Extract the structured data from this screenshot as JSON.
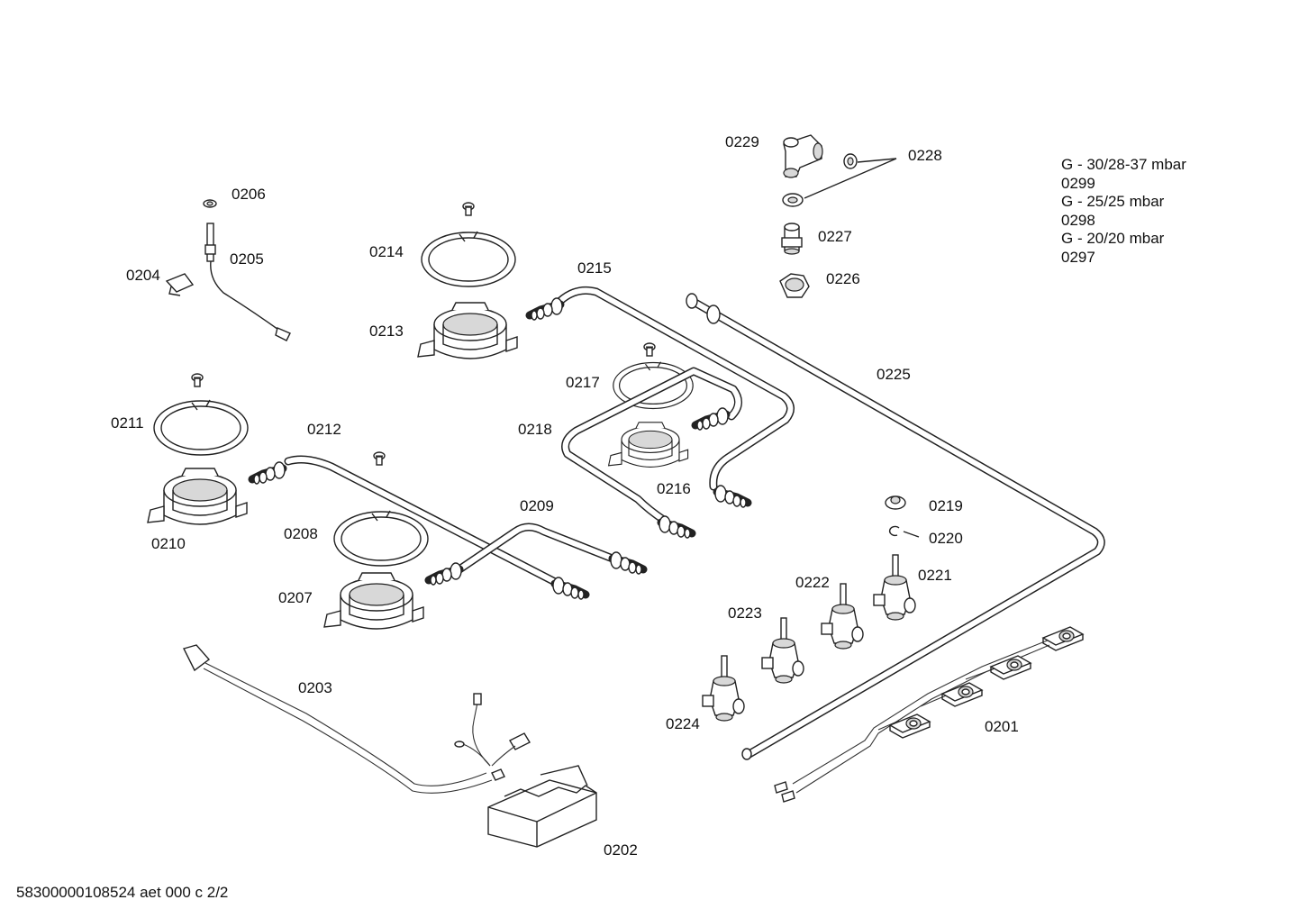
{
  "gas_options": [
    {
      "gas": "G - 30/28-37 mbar",
      "code": "0299"
    },
    {
      "gas": "G - 25/25 mbar",
      "code": "0298"
    },
    {
      "gas": "G - 20/20 mbar",
      "code": "0297"
    }
  ],
  "labels": {
    "p0229": "0229",
    "p0228": "0228",
    "p0227": "0227",
    "p0226": "0226",
    "p0206": "0206",
    "p0205": "0205",
    "p0204": "0204",
    "p0214": "0214",
    "p0213": "0213",
    "p0215": "0215",
    "p0217": "0217",
    "p0218": "0218",
    "p0216": "0216",
    "p0225": "0225",
    "p0211": "0211",
    "p0212": "0212",
    "p0210": "0210",
    "p0209": "0209",
    "p0208": "0208",
    "p0207": "0207",
    "p0219": "0219",
    "p0220": "0220",
    "p0221": "0221",
    "p0222": "0222",
    "p0223": "0223",
    "p0224": "0224",
    "p0203": "0203",
    "p0201": "0201",
    "p0202": "0202"
  },
  "footer": "58300000108524 aet 000 c 2/2"
}
